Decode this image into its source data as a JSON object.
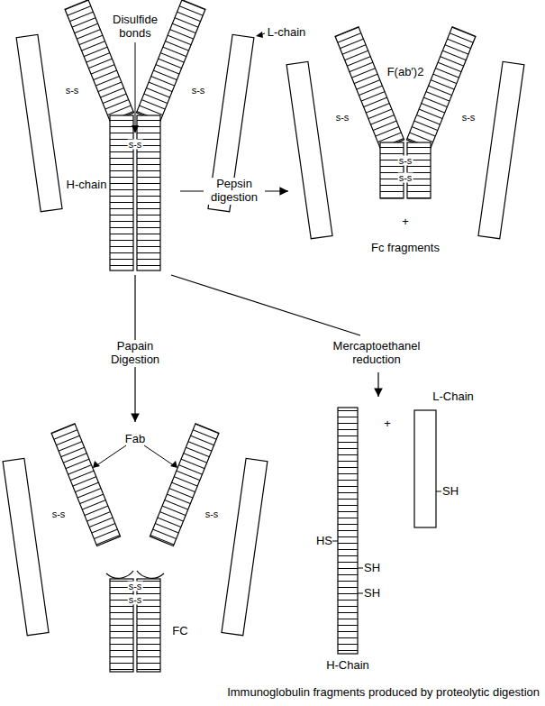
{
  "diagram": {
    "caption": "Immunoglobulin fragments produced by proteolytic digestion",
    "nodes": [
      {
        "text": [
          "Disulfide bonds",
          "L-chain",
          "H-chain"
        ]
      },
      {
        "text": [
          "F(ab′)2"
        ]
      },
      {
        "text": [
          "Fab"
        ]
      },
      {
        "text": [
          "FC"
        ]
      },
      {
        "text": [
          "L-Chain",
          "H-Chain"
        ]
      }
    ],
    "edges": [
      {
        "from": 0,
        "to": 1,
        "arrow": "to",
        "label": "Pepsin digestion"
      },
      {
        "from": 0,
        "to": 2,
        "arrow": "to",
        "label": "Papain Digestion"
      },
      {
        "from": 0,
        "to": 4,
        "arrow": "to",
        "label": "Mercaptoethanel reduction"
      }
    ],
    "labels": [
      "s-s",
      "s-s",
      "s-s",
      "s-s",
      "s-s",
      "s-s",
      "s-s",
      "+",
      "Fc fragments",
      "s-s",
      "s-s",
      "s-s",
      "s-s",
      "+",
      "SH",
      "HS",
      "SH",
      "SH"
    ]
  }
}
